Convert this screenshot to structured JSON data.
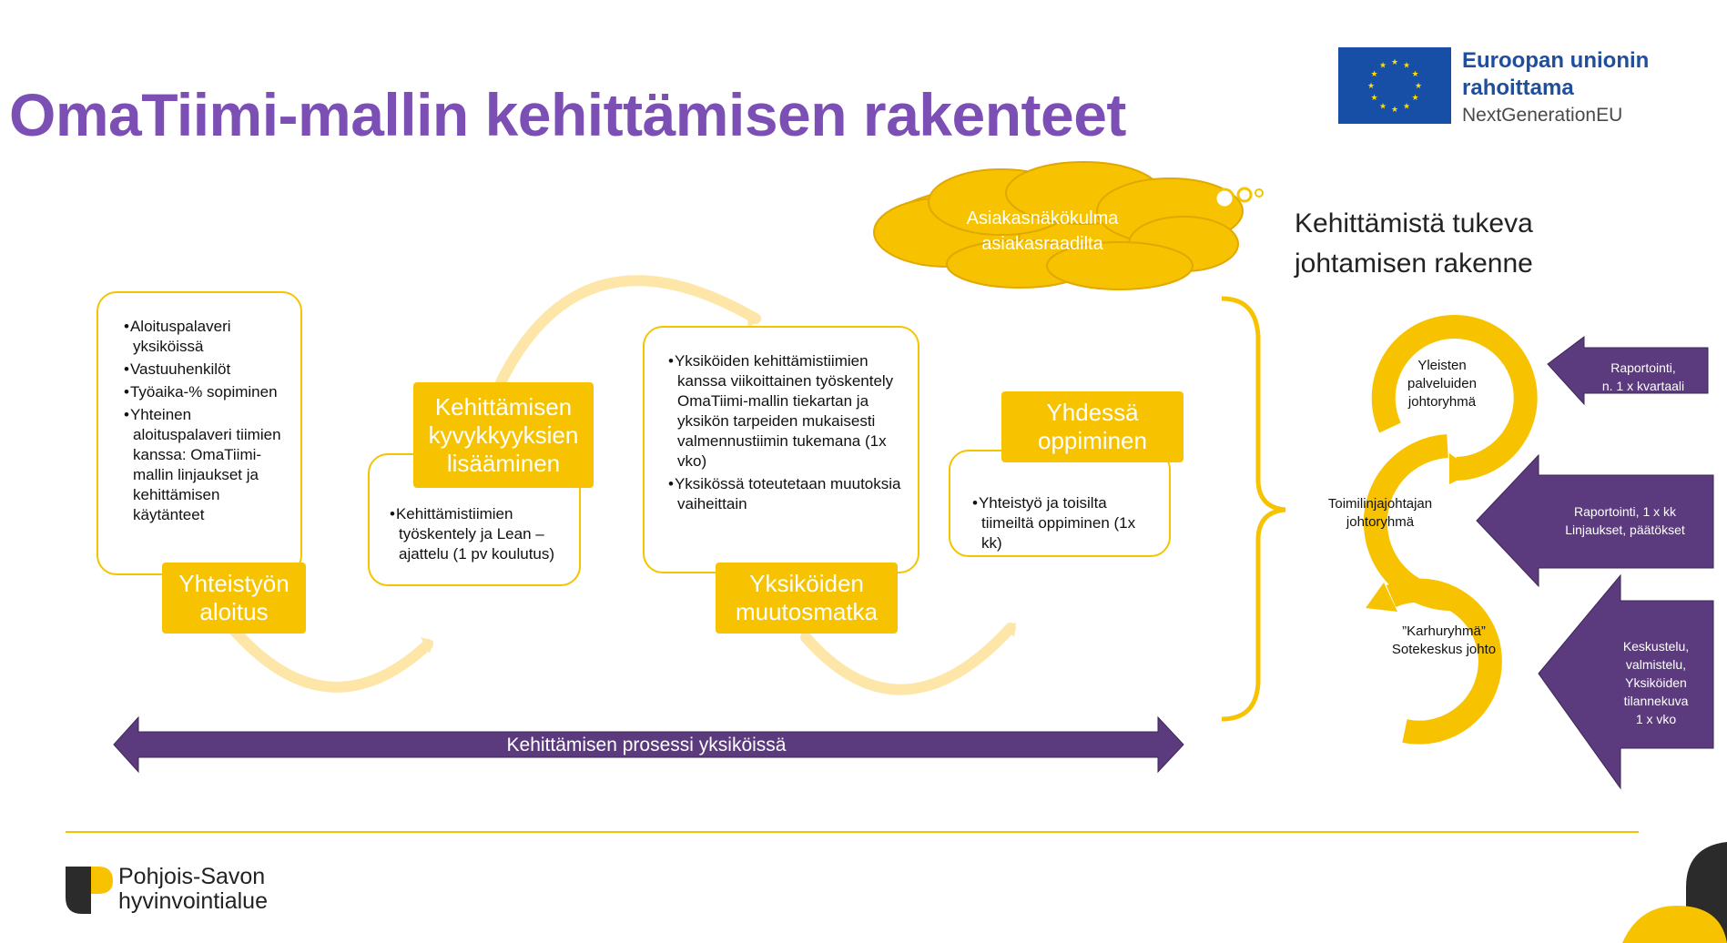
{
  "title": "OmaTiimi-mallin kehittämisen rakenteet",
  "eu_logo": {
    "line1": "Euroopan unionin",
    "line2": "rahoittama",
    "line3": "NextGenerationEU"
  },
  "stages": [
    {
      "label": "Yhteistyön\naloitus",
      "bullets": [
        "Aloituspalaveri yksiköissä",
        "Vastuuhenkilöt",
        "Työaika-% sopiminen",
        "Yhteinen aloituspalaveri tiimien kanssa: OmaTiimi-mallin linjaukset ja kehittämisen käytänteet"
      ]
    },
    {
      "label": "Kehittämisen\nkyvykkyyksien\nlisääminen",
      "bullets": [
        "Kehittämistiimien työskentely ja Lean –ajattelu (1 pv koulutus)"
      ]
    },
    {
      "label": "Yksiköiden\nmuutosmatka",
      "bullets": [
        "Yksiköiden kehittämistiimien kanssa viikoittainen työskentely OmaTiimi-mallin tiekartan ja yksikön tarpeiden mukaisesti valmennustiimin tukemana (1x vko)",
        "Yksikössä toteutetaan muutoksia vaiheittain"
      ]
    },
    {
      "label": "Yhdessä\noppiminen",
      "bullets": [
        "Yhteistyö ja toisilta tiimeiltä oppiminen (1x kk)"
      ]
    }
  ],
  "cloud_text": "Asiakasnäkökulma\nasiakasraadilta",
  "process_label": "Kehittämisen prosessi yksiköissä",
  "management": {
    "title": "Kehittämistä tukeva\njohtamisen rakenne",
    "rings": [
      "Yleisten\npalveluiden\njohtoryhmä",
      "Toimilinjajohtajan\njohtoryhmä",
      "”Karhuryhmä”\nSotekeskus johto"
    ],
    "arrows": [
      "Raportointi,\nn. 1 x  kvartaali",
      "Raportointi, 1 x  kk\nLinjaukset, päätökset",
      "Keskustelu,\nvalmistelu,\nYksiköiden\ntilannekuva\n1 x vko"
    ]
  },
  "footer": {
    "org_name": "Pohjois-Savon\nhyvinvointialue"
  },
  "colors": {
    "title_purple": "#7b4fb4",
    "yellow": "#f7c300",
    "light_yellow": "#fde6a8",
    "purple_arrow": "#5b3a7e",
    "eu_blue": "#174ea6"
  }
}
